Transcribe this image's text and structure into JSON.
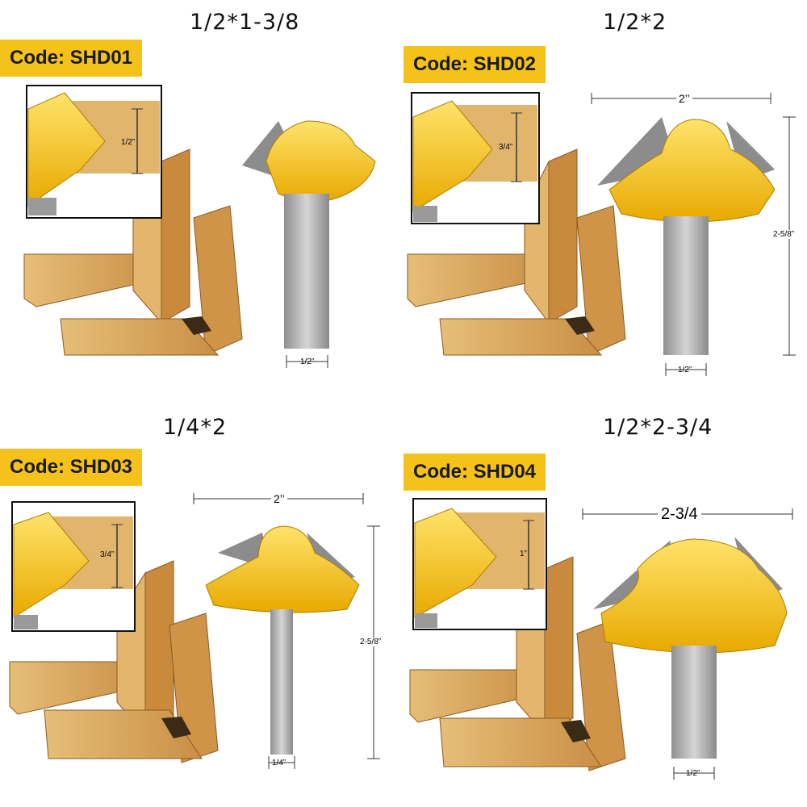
{
  "panels": [
    {
      "title": "1/2*1-3/8",
      "code": "Code: SHD01",
      "inset_dim": "1/2”",
      "shank_dim": "1/2”",
      "width_dim": "",
      "height_dim": ""
    },
    {
      "title": "1/2*2",
      "code": "Code: SHD02",
      "inset_dim": "3/4”",
      "shank_dim": "1/2”",
      "width_dim": "2’’",
      "height_dim": "2-5/8”"
    },
    {
      "title": "1/4*2",
      "code": "Code: SHD03",
      "inset_dim": "3/4”",
      "shank_dim": "1/4”",
      "width_dim": "2’’",
      "height_dim": "2-5/8”"
    },
    {
      "title": "1/2*2-3/4",
      "code": "Code: SHD04",
      "inset_dim": "1”",
      "shank_dim": "1/2”",
      "width_dim": "2-3/4",
      "height_dim": ""
    }
  ],
  "colors": {
    "bit_yellow": "#f4c21a",
    "shank_gray": "#a9a9a9",
    "wood": "#dcae62",
    "wood_dark": "#b57d33"
  }
}
